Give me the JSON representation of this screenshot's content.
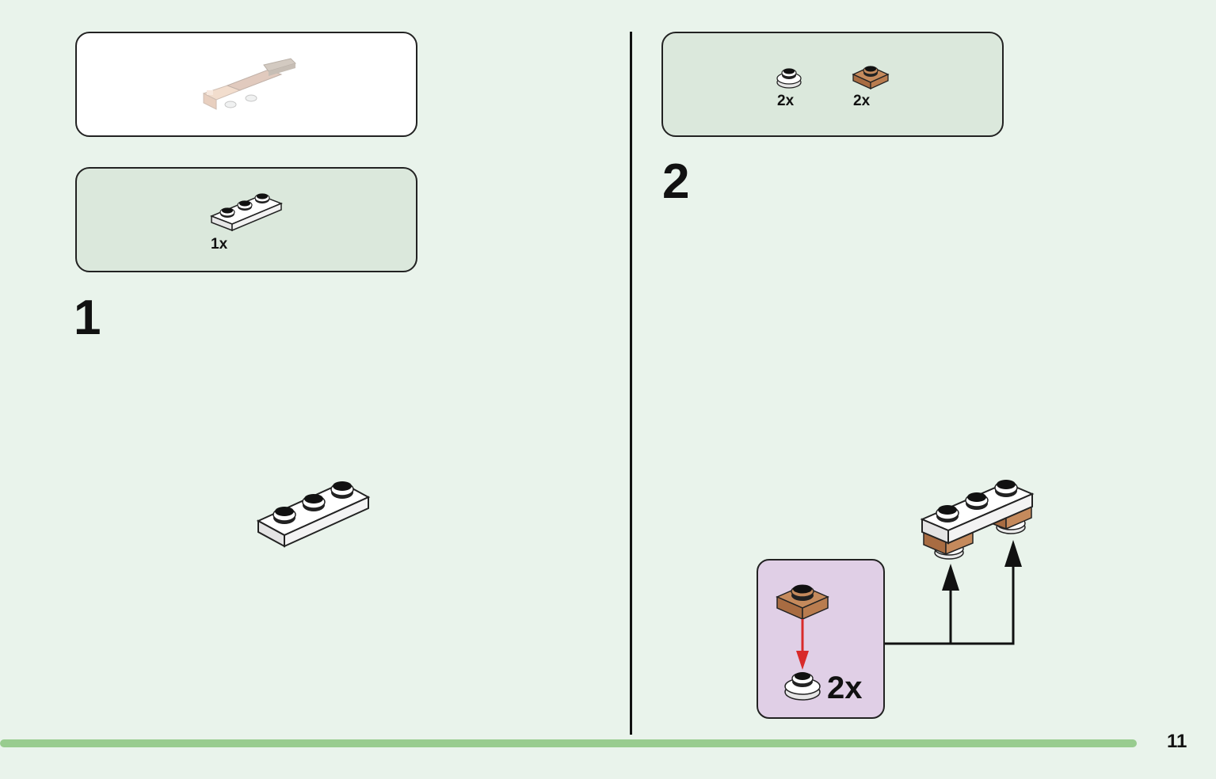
{
  "steps": [
    {
      "number": "1",
      "parts": [
        {
          "qty": "1x"
        }
      ]
    },
    {
      "number": "2",
      "parts": [
        {
          "qty": "2x"
        },
        {
          "qty": "2x"
        }
      ],
      "subassembly_qty": "2x"
    }
  ],
  "page_number": "11",
  "colors": {
    "background": "#e9f3eb",
    "parts_box": "#dbe8dc",
    "subassembly_box": "#e0cfe6",
    "progress_bar": "#98cc8f",
    "brick_brown": "#b97c4f",
    "arrow_red": "#d82a2a"
  }
}
